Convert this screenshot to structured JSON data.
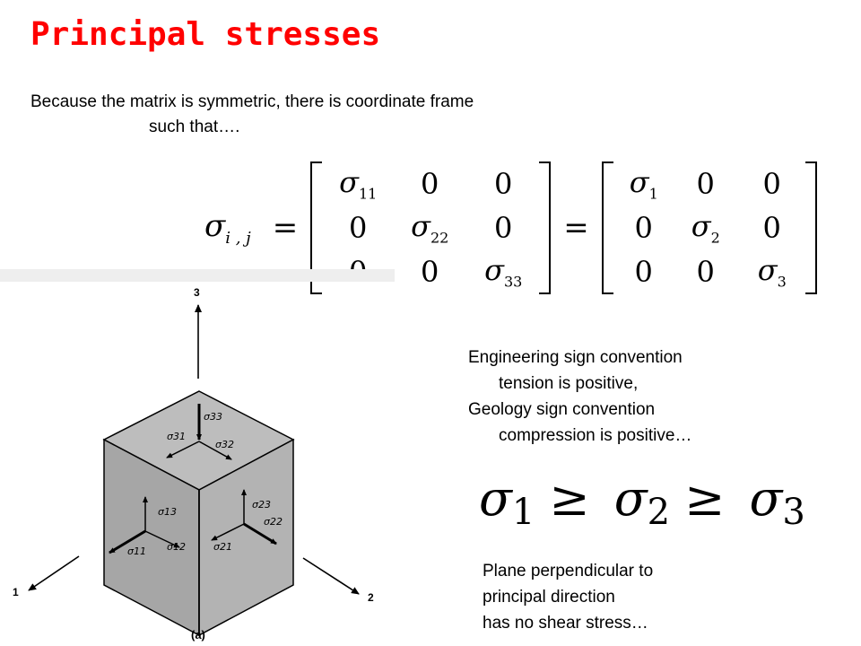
{
  "title": "Principal stresses",
  "intro": {
    "line1": "Because the matrix is symmetric, there is coordinate frame",
    "line2": "such that…."
  },
  "equation": {
    "lhs_symbol": "σ",
    "lhs_sub": "i , j",
    "equals": "=",
    "matrix1": [
      [
        "σ",
        "11",
        "0",
        "",
        "0",
        ""
      ],
      [
        "0",
        "",
        "σ",
        "22",
        "0",
        ""
      ],
      [
        "0",
        "",
        "0",
        "",
        "σ",
        "33"
      ]
    ],
    "matrix2": [
      [
        "σ",
        "1",
        "0",
        "",
        "0",
        ""
      ],
      [
        "0",
        "",
        "σ",
        "2",
        "0",
        ""
      ],
      [
        "0",
        "",
        "0",
        "",
        "σ",
        "3"
      ]
    ]
  },
  "figure": {
    "axis_1": "1",
    "axis_2": "2",
    "axis_3": "3",
    "caption": "(a)",
    "labels": {
      "s33": "σ33",
      "s31": "σ31",
      "s32": "σ32",
      "s13": "σ13",
      "s11": "σ11",
      "s12": "σ12",
      "s23": "σ23",
      "s22": "σ22",
      "s21": "σ21"
    }
  },
  "convention": {
    "line1": "Engineering sign convention",
    "line2": "tension is positive,",
    "line3": "Geology sign convention",
    "line4": "compression is positive…"
  },
  "inequality": {
    "sigma": "σ",
    "s1": "1",
    "s2": "2",
    "s3": "3",
    "ge": "≥"
  },
  "plane_note": {
    "line1": "Plane perpendicular to",
    "line2": "principal direction",
    "line3": "has no shear stress…"
  }
}
